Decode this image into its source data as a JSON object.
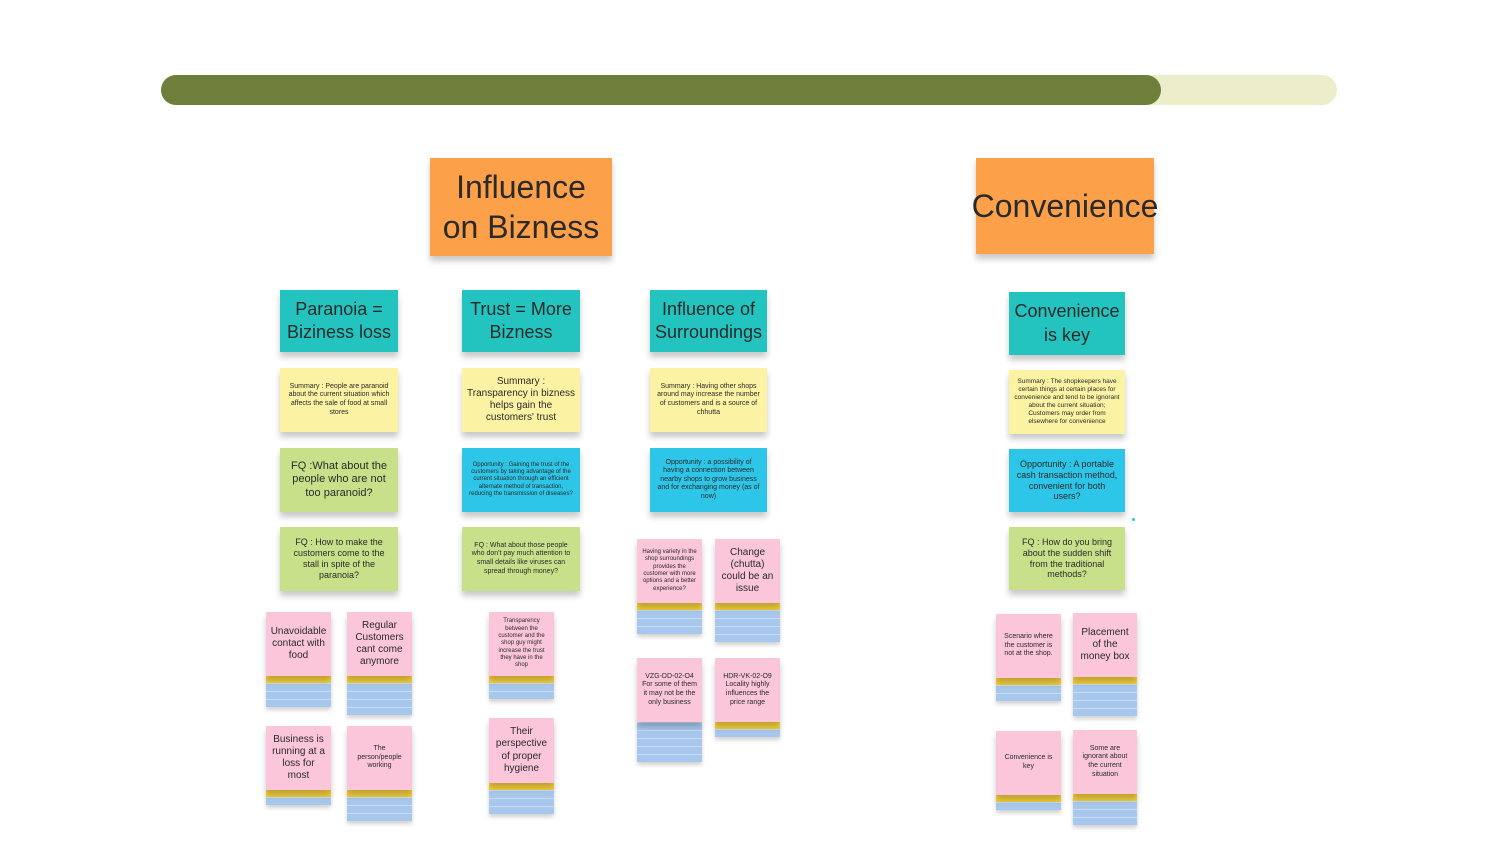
{
  "progress": {
    "fraction": 0.85,
    "fill_color": "#6d7f3b",
    "track_color": "#eceec9"
  },
  "colors": {
    "header": "#fca04a",
    "theme": "#23c4bf",
    "summary": "#fbf3a3",
    "opportunity": "#2ec6e8",
    "question": "#c9e08b",
    "insight": "#fbc6d9"
  },
  "groups": {
    "bizness": {
      "title": "Influence on Bizness",
      "clusters": {
        "paranoia": {
          "title": "Paranoia = Biziness loss",
          "summary": "Summary : People are paranoid about the current situation which affects the sale of food at small stores",
          "fq1": "FQ :What about the people who are not too paranoid?",
          "fq2": "FQ : How to make the customers come to the stall in spite of the paranoia?",
          "insights": [
            "Unavoidable contact with food",
            "Regular Customers cant come anymore",
            "Business is running at a loss for most",
            "The person/people working"
          ]
        },
        "trust": {
          "title": "Trust = More Bizness",
          "summary": "Summary : Transparency in bizness helps gain the customers' trust",
          "opportunity": "Opportunity : Gaining the trust of the customers by taking advantage of the current situation through an efficient alternate method of transaction, reducing the transmission of diseases?",
          "fq1": "FQ : What about those people who don't pay much attention to small details like viruses can spread through money?",
          "insights": [
            "Transparency between the customer and the shop guy might increase the trust they have in the shop",
            "Their perspective of proper hygiene"
          ]
        },
        "surroundings": {
          "title": "Influence of Surroundings",
          "summary": "Summary : Having other shops around may increase the number of customers and is a source of chhutta",
          "opportunity": "Opportunity : a possibility of having a connection between nearby shops to grow business and for exchanging money (as of now)",
          "insights": [
            "Having variety in the shop surroundings provides the customer with more options and a better experience?",
            "Change (chutta) could be an issue",
            "VZG-DD-02-O4 For some of them it may not be the only business",
            "HDR-VK-02-O9 Locality highly influences the price range"
          ]
        }
      }
    },
    "convenience": {
      "title": "Convenience",
      "clusters": {
        "key": {
          "title": "Convenience is key",
          "summary": "Summary : The shopkeepers have certain things at certain places for convenience and tend to be ignorant about the current situation; Customers may order from elsewhere for convenience",
          "opportunity": "Opportunity : A portable cash transaction method, convenient for both users?",
          "fq1": "FQ : How do you bring about the sudden shift from the traditional methods?",
          "insights": [
            "Scenario where the customer is not at the shop.",
            "Placement of the money box",
            "Convenience is key",
            "Some are ignorant about the current situation"
          ]
        }
      }
    }
  }
}
